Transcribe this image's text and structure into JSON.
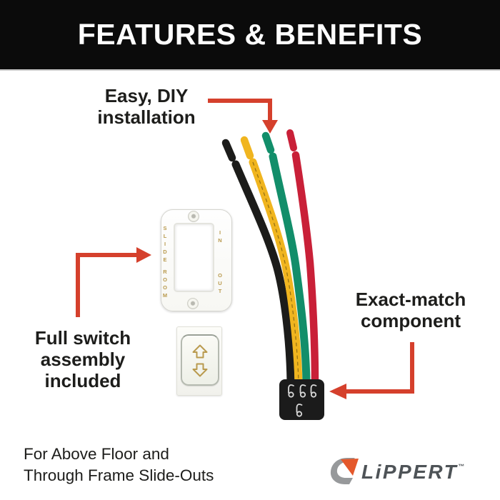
{
  "banner": {
    "title": "FEATURES & BENEFITS"
  },
  "callouts": {
    "easy": [
      "Easy, DIY",
      "installation"
    ],
    "full_switch": [
      "Full switch",
      "assembly",
      "included"
    ],
    "exact_match": [
      "Exact-match",
      "component"
    ]
  },
  "plate": {
    "slide": "SLIDE",
    "room": "ROOM",
    "in_label": "IN",
    "out_label": "OUT"
  },
  "footer": [
    "For Above Floor and",
    "Through Frame Slide-Outs"
  ],
  "logo": {
    "wordmark": "LiPPERT",
    "trademark": "™"
  },
  "wires": [
    {
      "name": "black wire",
      "color": "#1c1c1a"
    },
    {
      "name": "yellow wire",
      "color": "#f0b51f"
    },
    {
      "name": "green wire",
      "color": "#128e6a"
    },
    {
      "name": "red wire",
      "color": "#c92038"
    }
  ],
  "connector": {
    "terminal_count": 4
  },
  "colors": {
    "arrow": "#d5402c",
    "banner_bg": "#0b0b0b",
    "banner_fg": "#ffffff",
    "text": "#1d1d1b",
    "gold": "#b99a4e",
    "connector": "#1b1b1b",
    "terminal": "#d8d8d8",
    "wire_print": "#7a5c10",
    "logo_gray": "#97999b",
    "logo_orange": "#e4582b",
    "logo_text": "#4e5357"
  }
}
